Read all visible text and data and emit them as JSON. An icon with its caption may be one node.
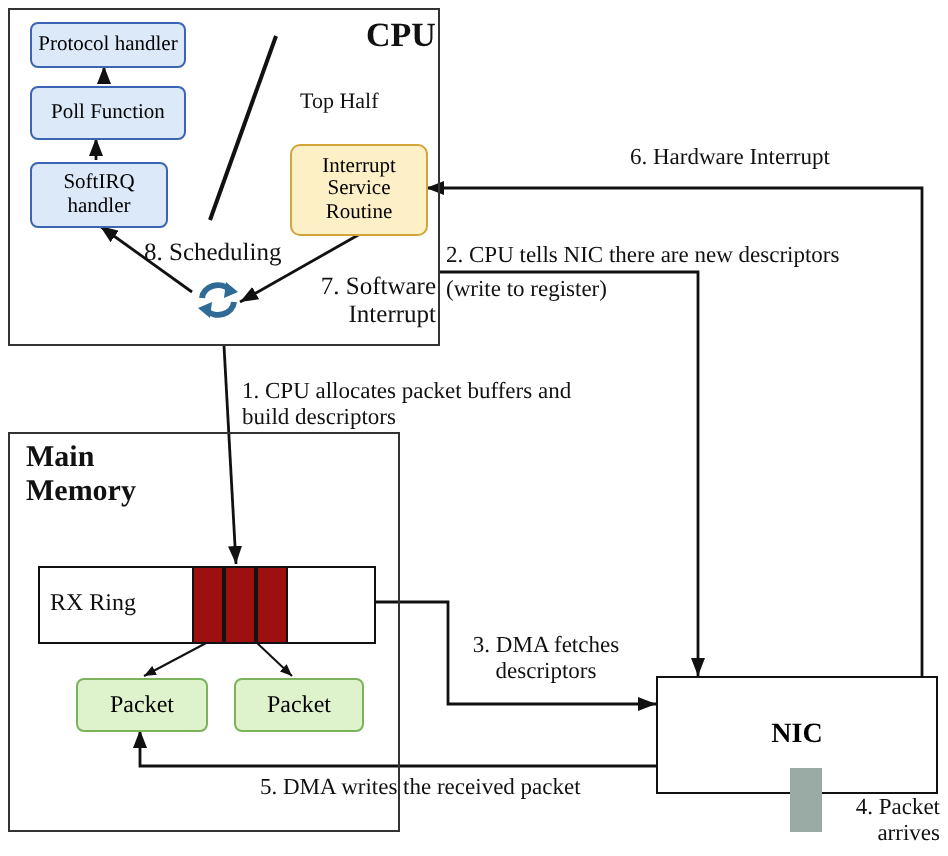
{
  "diagram": {
    "nodes": [
      {
        "text": [
          "CPU"
        ]
      },
      {
        "text": [
          "Protocol handler"
        ],
        "in": 0
      },
      {
        "text": [
          "Poll Function"
        ],
        "in": 0
      },
      {
        "text": [
          "SoftIRQ handler"
        ],
        "in": 0
      },
      {
        "text": [
          "Interrupt Service Routine"
        ],
        "in": 0
      },
      {
        "text": [],
        "shape": "picture",
        "in": 0
      },
      {
        "text": [
          "Main Memory"
        ]
      },
      {
        "text": [
          "RX Ring"
        ],
        "in": 6
      },
      {
        "text": [
          "Packet"
        ],
        "in": 6
      },
      {
        "text": [
          "Packet"
        ],
        "in": 6
      },
      {
        "text": [
          "NIC"
        ]
      },
      {
        "text": [],
        "shape": "bar"
      }
    ],
    "edges": [
      {
        "from": 2,
        "to": 1,
        "arrow": "to"
      },
      {
        "from": 3,
        "to": 2,
        "arrow": "to"
      },
      {
        "from": 5,
        "to": 3,
        "arrow": "to",
        "label": "8. Scheduling"
      },
      {
        "from": 4,
        "to": 5,
        "arrow": "to",
        "label": "7. Software Interrupt"
      },
      {
        "from": 0,
        "to": 7,
        "arrow": "to",
        "label": "1. CPU allocates packet buffers and build descriptors"
      },
      {
        "from": 0,
        "to": 10,
        "arrow": "to",
        "label": "2. CPU tells NIC there are new descriptors (write to register)"
      },
      {
        "from": 7,
        "to": 10,
        "arrow": "to",
        "label": "3. DMA fetches descriptors"
      },
      {
        "from": 10,
        "to": 4,
        "arrow": "to",
        "label": "6. Hardware Interrupt"
      },
      {
        "from": 10,
        "to": 8,
        "arrow": "to",
        "label": "5. DMA writes the received packet"
      },
      {
        "from": 7,
        "to": 8,
        "arrow": "to"
      },
      {
        "from": 7,
        "to": 9,
        "arrow": "to"
      }
    ],
    "labels": [
      "Top Half",
      "4. Packet arrives"
    ]
  }
}
